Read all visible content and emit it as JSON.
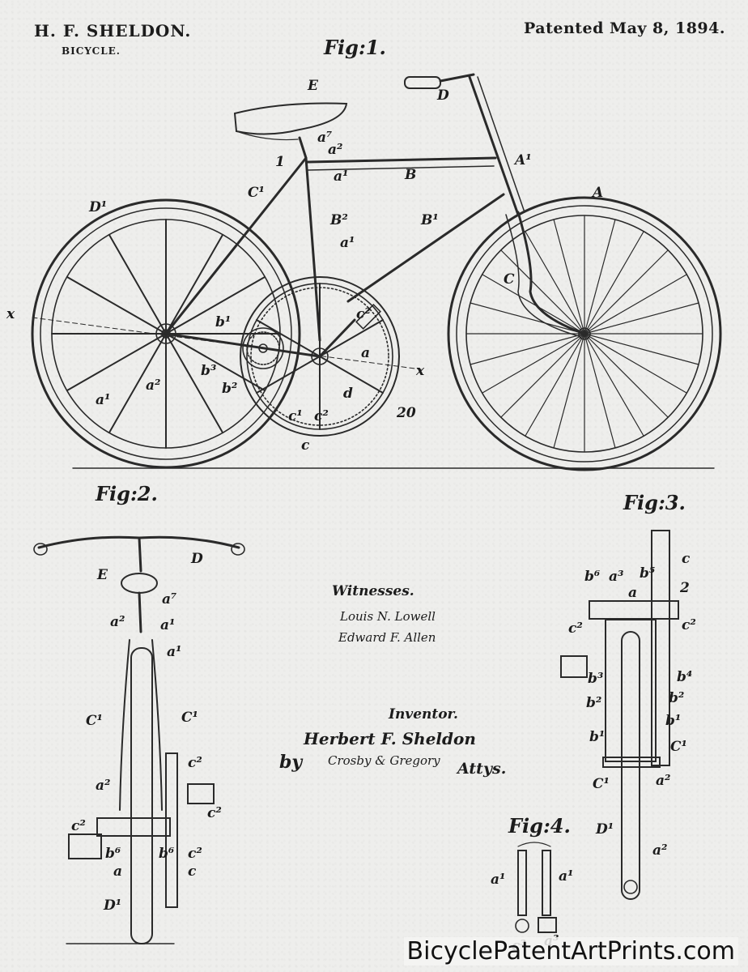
{
  "header": {
    "inventor": "H. F. SHELDON.",
    "subject": "BICYCLE.",
    "patented": "Patented May 8, 1894."
  },
  "figures": {
    "fig1": "Fig:1.",
    "fig2": "Fig:2.",
    "fig3": "Fig:3.",
    "fig4": "Fig:4."
  },
  "witnesses": {
    "label": "Witnesses.",
    "names": [
      "Louis N. Lowell",
      "Edward F. Allen"
    ]
  },
  "inventor_block": {
    "label": "Inventor.",
    "name": "Herbert F. Sheldon",
    "by": "by",
    "attorneys": "Crosby & Gregory",
    "attys": "Attys."
  },
  "labels": {
    "E": "E",
    "D": "D",
    "A": "A",
    "A1": "A¹",
    "B": "B",
    "B1": "B¹",
    "B2": "B²",
    "C": "C",
    "C1": "C¹",
    "D1": "D¹",
    "a": "a",
    "a1": "a¹",
    "a2": "a²",
    "a7": "a⁷",
    "b1": "b¹",
    "b3": "b³",
    "b2": "b²",
    "b4": "b⁴",
    "b5": "b⁵",
    "b6": "b⁶",
    "c": "c",
    "c1": "c¹",
    "c2": "c²",
    "c3": "c³",
    "d": "d",
    "a3": "a³",
    "x": "x",
    "n20": "20",
    "n1": "1",
    "n2": "2"
  },
  "footer": "BicyclePatentArtPrints.com"
}
